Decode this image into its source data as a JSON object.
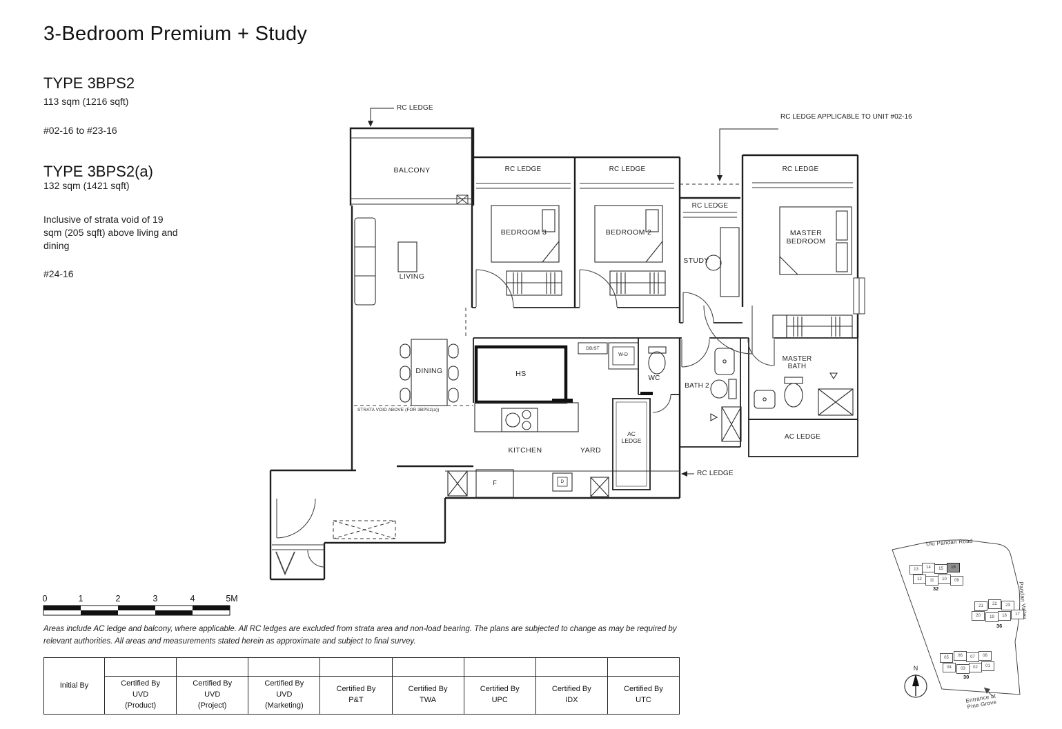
{
  "header": {
    "title": "3-Bedroom Premium + Study"
  },
  "types": {
    "t1": {
      "name": "TYPE 3BPS2",
      "area": "113 sqm (1216 sqft)",
      "range": "#02-16 to #23-16"
    },
    "t2": {
      "name": "TYPE 3BPS2(a)",
      "area": "132 sqm (1421 sqft)",
      "note": "Inclusive of strata void of 19 sqm (205 sqft) above living and dining",
      "range": "#24-16"
    }
  },
  "plan": {
    "balcony": "BALCONY",
    "living": "LIVING",
    "dining": "DINING",
    "bedroom3": "BEDROOM 3",
    "bedroom2": "BEDROOM 2",
    "study": "STUDY",
    "master_bedroom": "MASTER\nBEDROOM",
    "kitchen": "KITCHEN",
    "yard": "YARD",
    "wc": "WC",
    "bath2": "BATH 2",
    "master_bath": "MASTER\nBATH",
    "hs": "HS",
    "dbst": "DB/ST",
    "wd": "W-D",
    "fridge": "F",
    "dw": "D",
    "rc_ledge": "RC LEDGE",
    "rc_ledge_note": "RC LEDGE\nAPPLICABLE TO UNIT\n#02-16",
    "ac_ledge": "AC LEDGE",
    "ac_ledge_2": "AC\nLEDGE",
    "strata_void": "STRATA VOID ABOVE (FOR 3BPS2(a))"
  },
  "scale": {
    "ticks": [
      "0",
      "1",
      "2",
      "3",
      "4",
      "5M"
    ]
  },
  "disclaimer": "Areas include AC ledge and balcony, where applicable. All RC ledges are excluded from strata area and non-load bearing. The plans are subjected to change as may be required by relevant authorities. All areas and measurements stated herein as approximate and subject to final survey.",
  "approval": {
    "initial_by": "Initial By",
    "columns": [
      "Certified By\nUVD\n(Product)",
      "Certified By\nUVD\n(Project)",
      "Certified By\nUVD\n(Marketing)",
      "Certified By\nP&T",
      "Certified By\nTWA",
      "Certified By\nUPC",
      "Certified By\nIDX",
      "Certified By\nUTC"
    ]
  },
  "site_map": {
    "road_top": "Ulu Pandan Road",
    "road_right": "Pandan Valley",
    "entrance": "Entrance at\nPine Grove",
    "compass": "N",
    "blocks": [
      {
        "label": "32",
        "row1": [
          "13",
          "14",
          "15",
          "16"
        ],
        "row2": [
          "12",
          "11",
          "10",
          "09"
        ]
      },
      {
        "label": "36",
        "row1": [
          "21",
          "22",
          "23"
        ],
        "row2": [
          "20",
          "19",
          "18",
          "17"
        ]
      },
      {
        "label": "30",
        "row1": [
          "05",
          "06",
          "07",
          "08"
        ],
        "row2": [
          "04",
          "03",
          "02",
          "01"
        ]
      }
    ]
  }
}
